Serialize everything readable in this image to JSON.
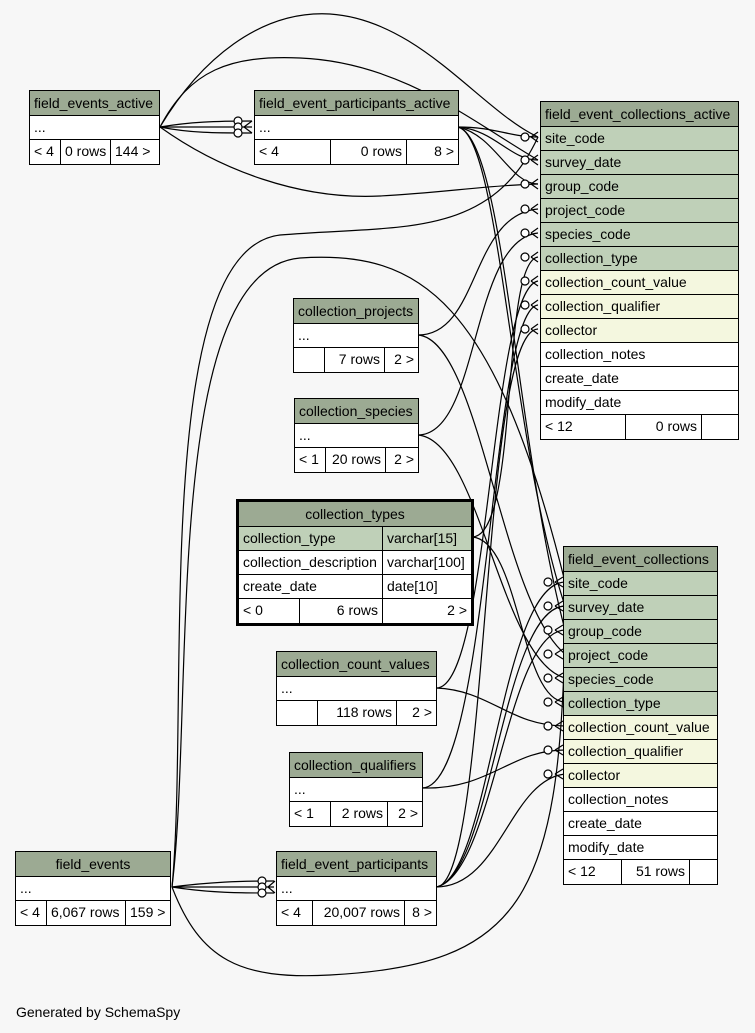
{
  "footer": "Generated by SchemaSpy",
  "tables": {
    "field_events_active": {
      "name": "field_events_active",
      "ellipsis": "...",
      "foot": [
        "< 4",
        "0 rows",
        "144 >"
      ]
    },
    "field_event_participants_active": {
      "name": "field_event_participants_active",
      "ellipsis": "...",
      "foot": [
        "< 4",
        "0 rows",
        "8 >"
      ]
    },
    "field_event_collections_active": {
      "name": "field_event_collections_active",
      "columns": [
        "site_code",
        "survey_date",
        "group_code",
        "project_code",
        "species_code",
        "collection_type",
        "collection_count_value",
        "collection_qualifier",
        "collector",
        "collection_notes",
        "create_date",
        "modify_date"
      ],
      "foot": [
        "< 12",
        "0 rows",
        ""
      ]
    },
    "collection_projects": {
      "name": "collection_projects",
      "ellipsis": "...",
      "foot": [
        "",
        "7 rows",
        "2 >"
      ]
    },
    "collection_species": {
      "name": "collection_species",
      "ellipsis": "...",
      "foot": [
        "< 1",
        "20 rows",
        "2 >"
      ]
    },
    "collection_types": {
      "name": "collection_types",
      "columns": [
        {
          "name": "collection_type",
          "type": "varchar[15]"
        },
        {
          "name": "collection_description",
          "type": "varchar[100]"
        },
        {
          "name": "create_date",
          "type": "date[10]"
        }
      ],
      "foot": [
        "< 0",
        "6 rows",
        "2 >"
      ]
    },
    "field_event_collections": {
      "name": "field_event_collections",
      "columns": [
        "site_code",
        "survey_date",
        "group_code",
        "project_code",
        "species_code",
        "collection_type",
        "collection_count_value",
        "collection_qualifier",
        "collector",
        "collection_notes",
        "create_date",
        "modify_date"
      ],
      "foot": [
        "< 12",
        "51 rows",
        ""
      ]
    },
    "collection_count_values": {
      "name": "collection_count_values",
      "ellipsis": "...",
      "foot": [
        "",
        "118 rows",
        "2 >"
      ]
    },
    "collection_qualifiers": {
      "name": "collection_qualifiers",
      "ellipsis": "...",
      "foot": [
        "< 1",
        "2 rows",
        "2 >"
      ]
    },
    "field_events": {
      "name": "field_events",
      "ellipsis": "...",
      "foot": [
        "< 4",
        "6,067 rows",
        "159 >"
      ]
    },
    "field_event_participants": {
      "name": "field_event_participants",
      "ellipsis": "...",
      "foot": [
        "< 4",
        "20,007 rows",
        "8 >"
      ]
    }
  },
  "colors": {
    "header": "#9caa93",
    "key_column": "#bfd0b8",
    "fk_column": "#f4f7df",
    "background": "#f7f7f7",
    "edge": "#000000"
  }
}
